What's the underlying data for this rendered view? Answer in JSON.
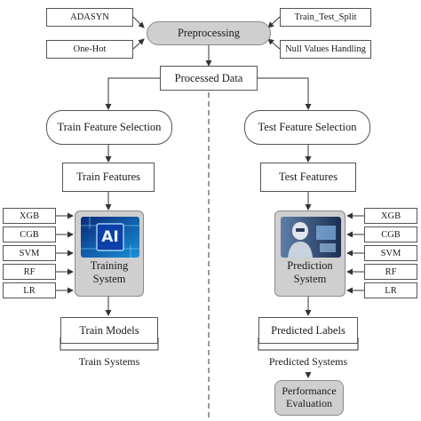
{
  "preprocessing": {
    "title": "Preprocessing",
    "left_inputs": [
      "ADASYN",
      "One-Hot"
    ],
    "right_inputs": [
      "Train_Test_Split",
      "Null Values Handling"
    ]
  },
  "processed_data": "Processed Data",
  "train": {
    "feature_selection": "Train Feature Selection",
    "features": "Train Features",
    "models": [
      "XGB",
      "CGB",
      "SVM",
      "RF",
      "LR"
    ],
    "ai_badge": "AI",
    "system": [
      "Training",
      "System"
    ],
    "output": "Train Models",
    "group_label": "Train Systems"
  },
  "test": {
    "feature_selection": "Test Feature Selection",
    "features": "Test Features",
    "models": [
      "XGB",
      "CGB",
      "SVM",
      "RF",
      "LR"
    ],
    "system": [
      "Prediction",
      "System"
    ],
    "output": "Predicted Labels",
    "group_label": "Predicted Systems"
  },
  "evaluation": [
    "Performance",
    "Evaluation"
  ]
}
